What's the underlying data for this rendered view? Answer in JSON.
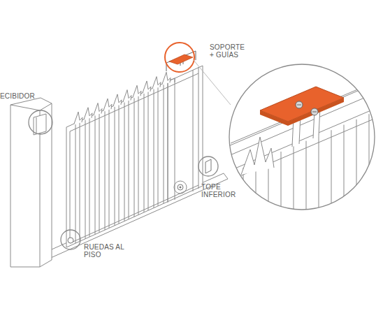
{
  "diagram": {
    "labels": [
      "ECIBIDOR",
      "SOPORTE + GUÍAS",
      "TOPE INFERIOR",
      "RUEDAS AL PISO"
    ]
  }
}
